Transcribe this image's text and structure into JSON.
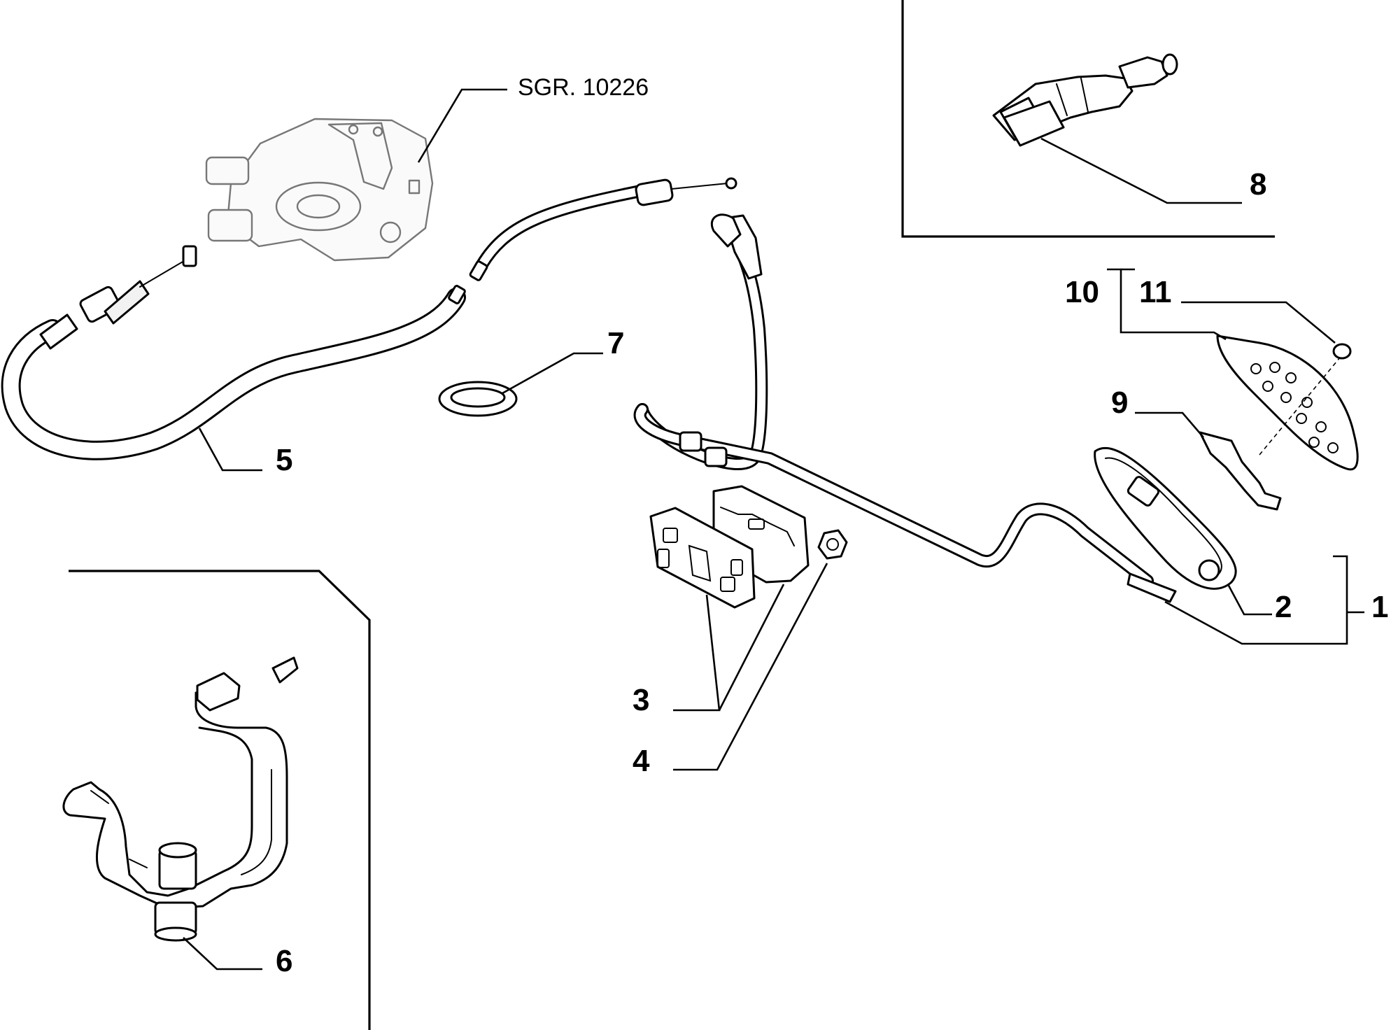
{
  "diagram": {
    "reference": "SGR. 10226",
    "callouts": [
      {
        "id": "c1",
        "label": "1"
      },
      {
        "id": "c2",
        "label": "2"
      },
      {
        "id": "c3",
        "label": "3"
      },
      {
        "id": "c4",
        "label": "4"
      },
      {
        "id": "c5",
        "label": "5"
      },
      {
        "id": "c6",
        "label": "6"
      },
      {
        "id": "c7",
        "label": "7"
      },
      {
        "id": "c8",
        "label": "8"
      },
      {
        "id": "c9",
        "label": "9"
      },
      {
        "id": "c10",
        "label": "10"
      },
      {
        "id": "c11",
        "label": "11"
      }
    ]
  }
}
